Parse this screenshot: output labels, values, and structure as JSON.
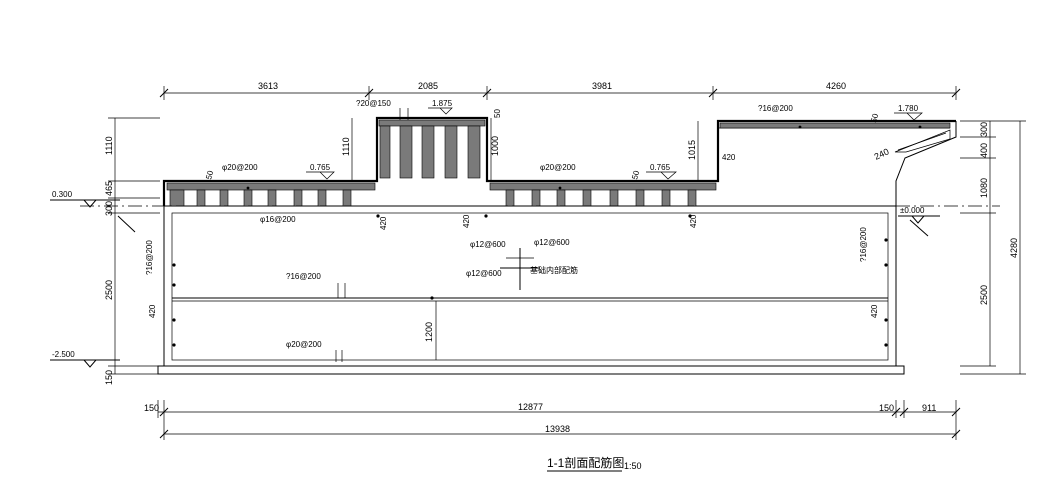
{
  "title": {
    "main": "1-1剖面配筋图",
    "scale": "1:50"
  },
  "dims_top": {
    "d1": "3613",
    "d2": "2085",
    "d3": "3981",
    "d4": "4260"
  },
  "dims_bottom": {
    "b1": "150",
    "b2": "12877",
    "b3": "150",
    "b4": "911",
    "total": "13938"
  },
  "dims_left": {
    "l1": "1110",
    "l2": "465",
    "l3": "300",
    "l4": "2500",
    "l5": "150"
  },
  "dims_right": {
    "r1": "300",
    "r2": "400",
    "r3": "1080",
    "r4": "2500",
    "total": "4280"
  },
  "levels": {
    "left_top": "0.300",
    "left_bottom": "-2.500",
    "right": "±0.000"
  },
  "inner_dims": {
    "w1110": "1110",
    "w1000": "1000",
    "w1015": "1015",
    "w50a": "50",
    "w50b": "50",
    "w50c": "50",
    "w50d": "50",
    "w420a": "420",
    "w420b": "420",
    "w420c": "420",
    "w420d": "420",
    "w420e": "420",
    "w420f": "420",
    "w1200": "1200",
    "w240": "240"
  },
  "rebar_labels": {
    "top_left": "?20@150",
    "top_mid_value": "1.875",
    "slab_left": "φ20@200",
    "slab_left_value": "0.765",
    "slab_right": "φ20@200",
    "slab_right_value": "0.765",
    "roof_right": "?16@200",
    "roof_right_value": "1.780",
    "slab_bottom_left": "φ16@200",
    "wall_left": "?16@200",
    "wall_right": "?16@200",
    "mid_beam": "?16@200",
    "base": "φ20@200",
    "fnd1": "φ12@600",
    "fnd2": "φ12@600",
    "fnd3": "φ12@600",
    "fnd_note": "基础内部配筋"
  }
}
